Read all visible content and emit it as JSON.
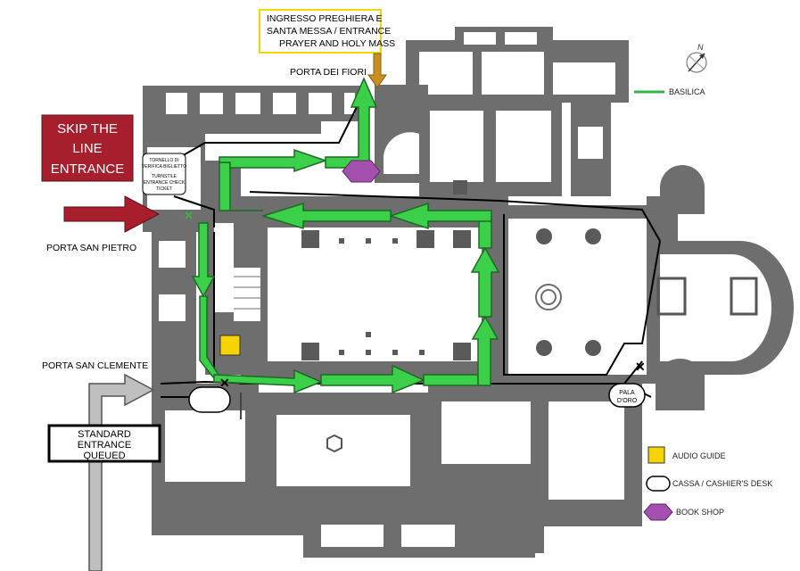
{
  "labels": {
    "entrance_prayer": [
      "INGRESSO PREGHIERA E",
      "SANTA MESSA / ENTRANCE",
      "PRAYER AND HOLY MASS"
    ],
    "porta_dei_fiori": "PORTA DEI FIORI",
    "skip_the_line": [
      "SKIP THE",
      "LINE",
      "ENTRANCE"
    ],
    "turnstile": [
      "TORNELLO DI",
      "VERIFICA BIGLIETTO",
      "",
      "TURNSTILE",
      "ENTRANCE CHECK",
      "TICKET"
    ],
    "porta_san_pietro": "PORTA SAN PIETRO",
    "porta_san_clemente": "PORTA SAN CLEMENTE",
    "standard_entrance": [
      "STANDARD",
      "ENTRANCE",
      "QUEUED"
    ],
    "pala_doro": [
      "PALA",
      "D'ORO"
    ],
    "compass_north": "N"
  },
  "legend": {
    "basilica": {
      "label": "BASILICA",
      "color": "#3cb34a"
    },
    "audio_guide": {
      "label": "AUDIO GUIDE",
      "color": "#f5d400"
    },
    "cashier": {
      "label": "CASSA / CASHIER'S DESK",
      "color": "#ffffff"
    },
    "book_shop": {
      "label": "BOOK SHOP",
      "color": "#a54fae"
    }
  },
  "colors": {
    "route_green": "#3cd04a",
    "skip_red": "#a71e2d",
    "entrance_orange": "#c9901f",
    "standard_gray": "#bfbfbf",
    "wall_gray": "#6e6e6e"
  }
}
